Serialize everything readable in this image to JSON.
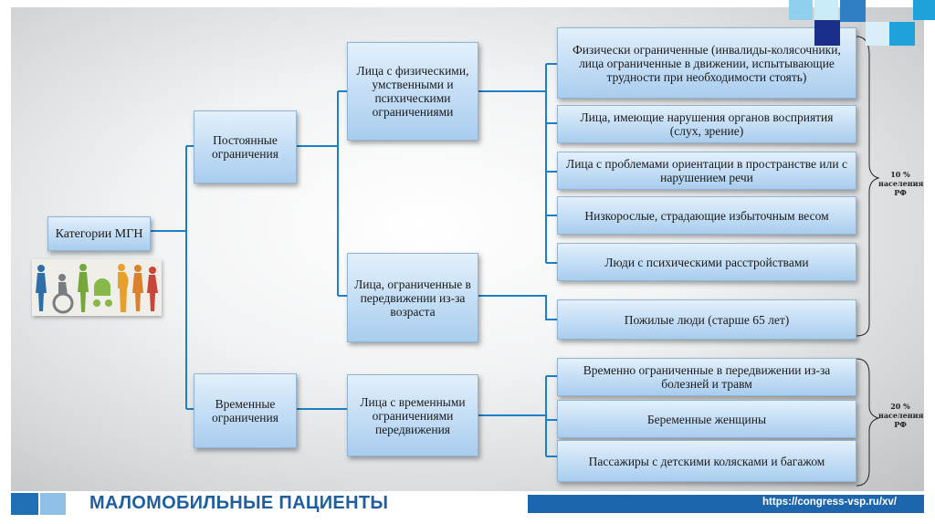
{
  "diagram": {
    "root": {
      "label": "Категории МГН"
    },
    "permanent": {
      "label": "Постоянные ограничения"
    },
    "temporary": {
      "label": "Временные ограничения"
    },
    "physical_mental": {
      "label": "Лица с физическими, умственными и психическими ограничениями"
    },
    "age_limited": {
      "label": "Лица, ограниченные в передвижении из-за возраста"
    },
    "temp_limited": {
      "label": "Лица с временными ограничениями передвижения"
    },
    "leaves": [
      {
        "label": "Физически ограниченные (инвалиды-колясочники, лица ограниченные в движении, испытывающие трудности при необходимости стоять)"
      },
      {
        "label": "Лица, имеющие нарушения органов восприятия (слух, зрение)"
      },
      {
        "label": "Лица с проблемами ориентации в пространстве или с нарушением речи"
      },
      {
        "label": "Низкорослые, страдающие избыточным весом"
      },
      {
        "label": "Люди с психическими расстройствами"
      },
      {
        "label": "Пожилые люди (старше 65 лет)"
      },
      {
        "label": "Временно ограниченные в передвижении из-за болезней и травм"
      },
      {
        "label": "Беременные женщины"
      },
      {
        "label": "Пассажиры с детскими колясками и багажом"
      }
    ],
    "brace_top": {
      "line1": "10 %",
      "line2": "населения",
      "line3": "РФ"
    },
    "brace_bottom": {
      "line1": "20 %",
      "line2": "населения",
      "line3": "РФ"
    }
  },
  "footer": {
    "title": "МАЛОМОБИЛЬНЫЕ ПАЦИЕНТЫ",
    "url": "https://congress-vsp.ru/xv/"
  },
  "colors": {
    "accent": "#1f6fb5",
    "connector": "#1e7fc6",
    "box_fill": "#c8e0f6"
  }
}
